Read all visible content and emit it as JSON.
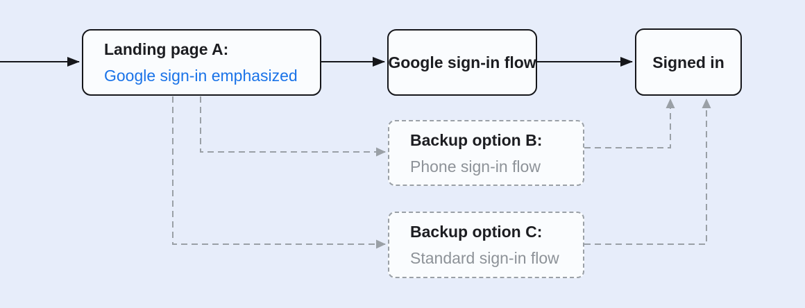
{
  "diagram": {
    "background_color": "#e7edfa",
    "node_fill_color": "#fafcfe",
    "solid_line_color": "#15161a",
    "dashed_line_color": "#9aa0a6",
    "accent_blue": "#1a73e8",
    "muted_gray_text": "#8d9298",
    "nodes": {
      "landing_page_a": {
        "title": "Landing page A:",
        "subtitle": "Google sign-in emphasized",
        "style": "solid"
      },
      "google_sign_in_flow": {
        "title": "Google sign-in flow",
        "style": "solid"
      },
      "signed_in": {
        "title": "Signed in",
        "style": "solid"
      },
      "backup_option_b": {
        "title": "Backup option B:",
        "subtitle": "Phone sign-in flow",
        "style": "dashed"
      },
      "backup_option_c": {
        "title": "Backup option C:",
        "subtitle": "Standard sign-in flow",
        "style": "dashed"
      }
    },
    "edges": [
      {
        "from": "start",
        "to": "landing_page_a",
        "style": "solid"
      },
      {
        "from": "landing_page_a",
        "to": "google_sign_in_flow",
        "style": "solid"
      },
      {
        "from": "google_sign_in_flow",
        "to": "signed_in",
        "style": "solid"
      },
      {
        "from": "landing_page_a",
        "to": "backup_option_b",
        "style": "dashed"
      },
      {
        "from": "landing_page_a",
        "to": "backup_option_c",
        "style": "dashed"
      },
      {
        "from": "backup_option_b",
        "to": "signed_in",
        "style": "dashed"
      },
      {
        "from": "backup_option_c",
        "to": "signed_in",
        "style": "dashed"
      }
    ]
  }
}
